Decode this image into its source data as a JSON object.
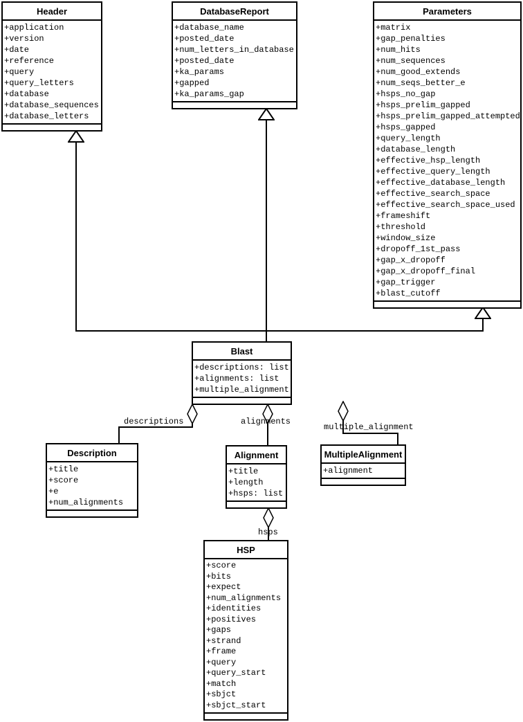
{
  "diagram_type": "uml-class-diagram",
  "colors": {
    "line": "#000000",
    "background": "#ffffff",
    "box_fill": "#ffffff",
    "text": "#000000"
  },
  "classes": {
    "header": {
      "name": "Header",
      "attributes": [
        "+application",
        "+version",
        "+date",
        "+reference",
        "+query",
        "+query_letters",
        "+database",
        "+database_sequences",
        "+database_letters"
      ]
    },
    "database_report": {
      "name": "DatabaseReport",
      "attributes": [
        "+database_name",
        "+posted_date",
        "+num_letters_in_database",
        "+posted_date",
        "+ka_params",
        "+gapped",
        "+ka_params_gap"
      ]
    },
    "parameters": {
      "name": "Parameters",
      "attributes": [
        "+matrix",
        "+gap_penalties",
        "+num_hits",
        "+num_sequences",
        "+num_good_extends",
        "+num_seqs_better_e",
        "+hsps_no_gap",
        "+hsps_prelim_gapped",
        "+hsps_prelim_gapped_attempted",
        "+hsps_gapped",
        "+query_length",
        "+database_length",
        "+effective_hsp_length",
        "+effective_query_length",
        "+effective_database_length",
        "+effective_search_space",
        "+effective_search_space_used",
        "+frameshift",
        "+threshold",
        "+window_size",
        "+dropoff_1st_pass",
        "+gap_x_dropoff",
        "+gap_x_dropoff_final",
        "+gap_trigger",
        "+blast_cutoff"
      ]
    },
    "blast": {
      "name": "Blast",
      "attributes": [
        "+descriptions: list",
        "+alignments: list",
        "+multiple_alignment"
      ]
    },
    "description": {
      "name": "Description",
      "attributes": [
        "+title",
        "+score",
        "+e",
        "+num_alignments"
      ]
    },
    "alignment": {
      "name": "Alignment",
      "attributes": [
        "+title",
        "+length",
        "+hsps: list"
      ]
    },
    "multiple_alignment": {
      "name": "MultipleAlignment",
      "attributes": [
        "+alignment"
      ]
    },
    "hsp": {
      "name": "HSP",
      "attributes": [
        "+score",
        "+bits",
        "+expect",
        "+num_alignments",
        "+identities",
        "+positives",
        "+gaps",
        "+strand",
        "+frame",
        "+query",
        "+query_start",
        "+match",
        "+sbjct",
        "+sbjct_start"
      ]
    }
  },
  "edges": {
    "descriptions_label": "descriptions",
    "alignments_label": "alignments",
    "multiple_alignment_label": "multiple_alignment",
    "hsps_label": "hsps"
  },
  "relationships": [
    {
      "type": "generalization",
      "child": "Blast",
      "parent": "Header"
    },
    {
      "type": "generalization",
      "child": "Blast",
      "parent": "DatabaseReport"
    },
    {
      "type": "generalization",
      "child": "Blast",
      "parent": "Parameters"
    },
    {
      "type": "aggregation",
      "whole": "Blast",
      "part": "Description",
      "label": "descriptions"
    },
    {
      "type": "aggregation",
      "whole": "Blast",
      "part": "Alignment",
      "label": "alignments"
    },
    {
      "type": "aggregation",
      "whole": "Blast",
      "part": "MultipleAlignment",
      "label": "multiple_alignment"
    },
    {
      "type": "aggregation",
      "whole": "Alignment",
      "part": "HSP",
      "label": "hsps"
    }
  ]
}
